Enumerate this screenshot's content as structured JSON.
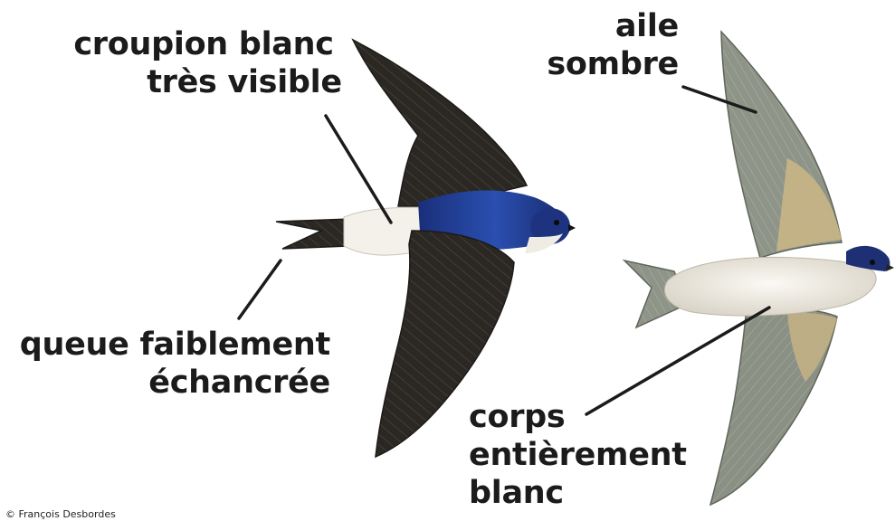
{
  "labels": {
    "croupion_line1": "croupion blanc",
    "croupion_line2": "très visible",
    "aile_line1": "aile",
    "aile_line2": "sombre",
    "queue_line1": "queue faiblement",
    "queue_line2": "échancrée",
    "corps_line1": "corps",
    "corps_line2": "entièrement",
    "corps_line3": "blanc"
  },
  "credit": "© François Desbordes",
  "colors": {
    "label_text": "#1b1b1b",
    "leader_line": "#1b1b1b",
    "swallow_wing": "#2a2723",
    "swallow_back": "#1f3f9c",
    "swallow_rump": "#f4f1ea",
    "martin_wing": "#8d9487",
    "martin_body": "#f1eee6",
    "martin_wing_coverts": "#c9b586",
    "martin_cap": "#1f2f73"
  }
}
